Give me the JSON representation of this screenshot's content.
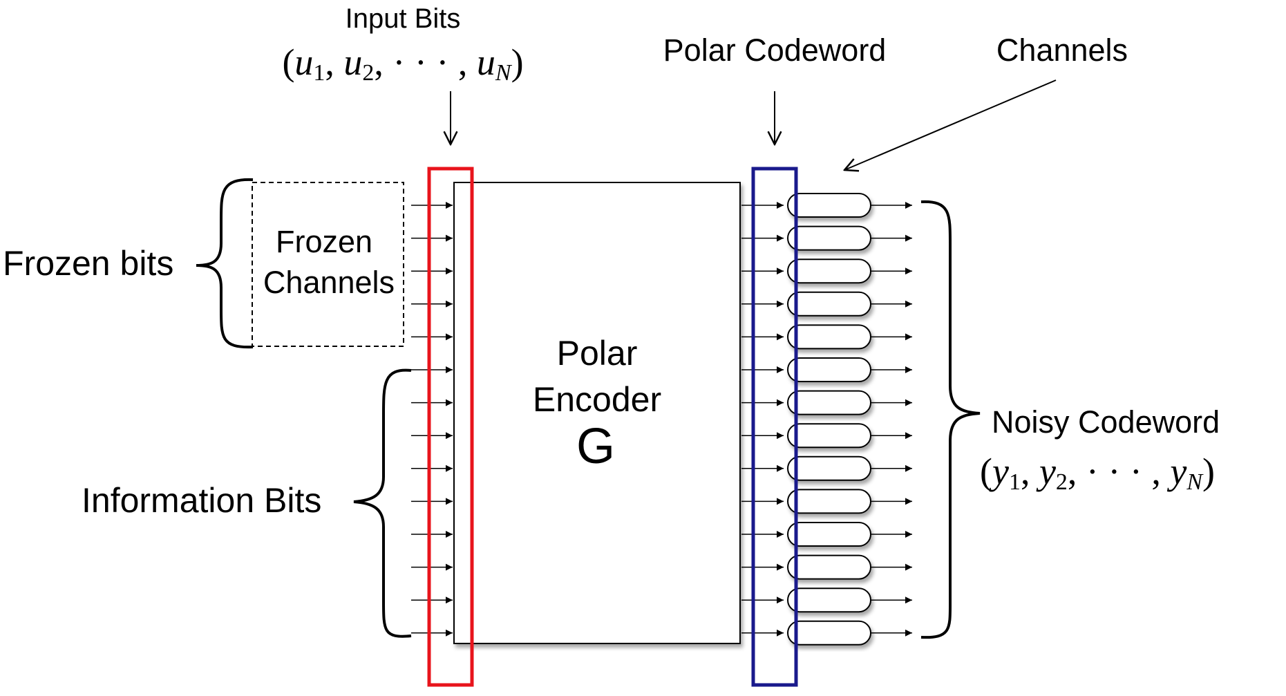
{
  "labels": {
    "input_bits": "Input Bits",
    "polar_codeword": "Polar Codeword",
    "channels": "Channels",
    "frozen_bits": "Frozen bits",
    "frozen_channels_line1": "Frozen",
    "frozen_channels_line2": "Channels",
    "encoder_line1": "Polar",
    "encoder_line2": "Encoder",
    "encoder_symbol": "G",
    "information_bits": "Information Bits",
    "noisy_codeword": "Noisy Codeword"
  },
  "math": {
    "input_vector": {
      "open": "(",
      "items": [
        {
          "base": "u",
          "sub": "1"
        },
        {
          "base": "u",
          "sub": "2"
        }
      ],
      "dots": "· · ·",
      "last": {
        "base": "u",
        "sub": "N"
      },
      "close": ")"
    },
    "output_vector": {
      "open": "(",
      "items": [
        {
          "base": "y",
          "sub": "1"
        },
        {
          "base": "y",
          "sub": "2"
        }
      ],
      "dots": "· · ·",
      "last": {
        "base": "y",
        "sub": "N"
      },
      "close": ")"
    }
  },
  "structure": {
    "total_lines": 14,
    "frozen_lines": 5,
    "information_lines": 9
  },
  "colors": {
    "input_box": "#e8141c",
    "codeword_box": "#1a1a8c",
    "stroke": "#000000",
    "channel_shadow": "#9a9a9a"
  }
}
